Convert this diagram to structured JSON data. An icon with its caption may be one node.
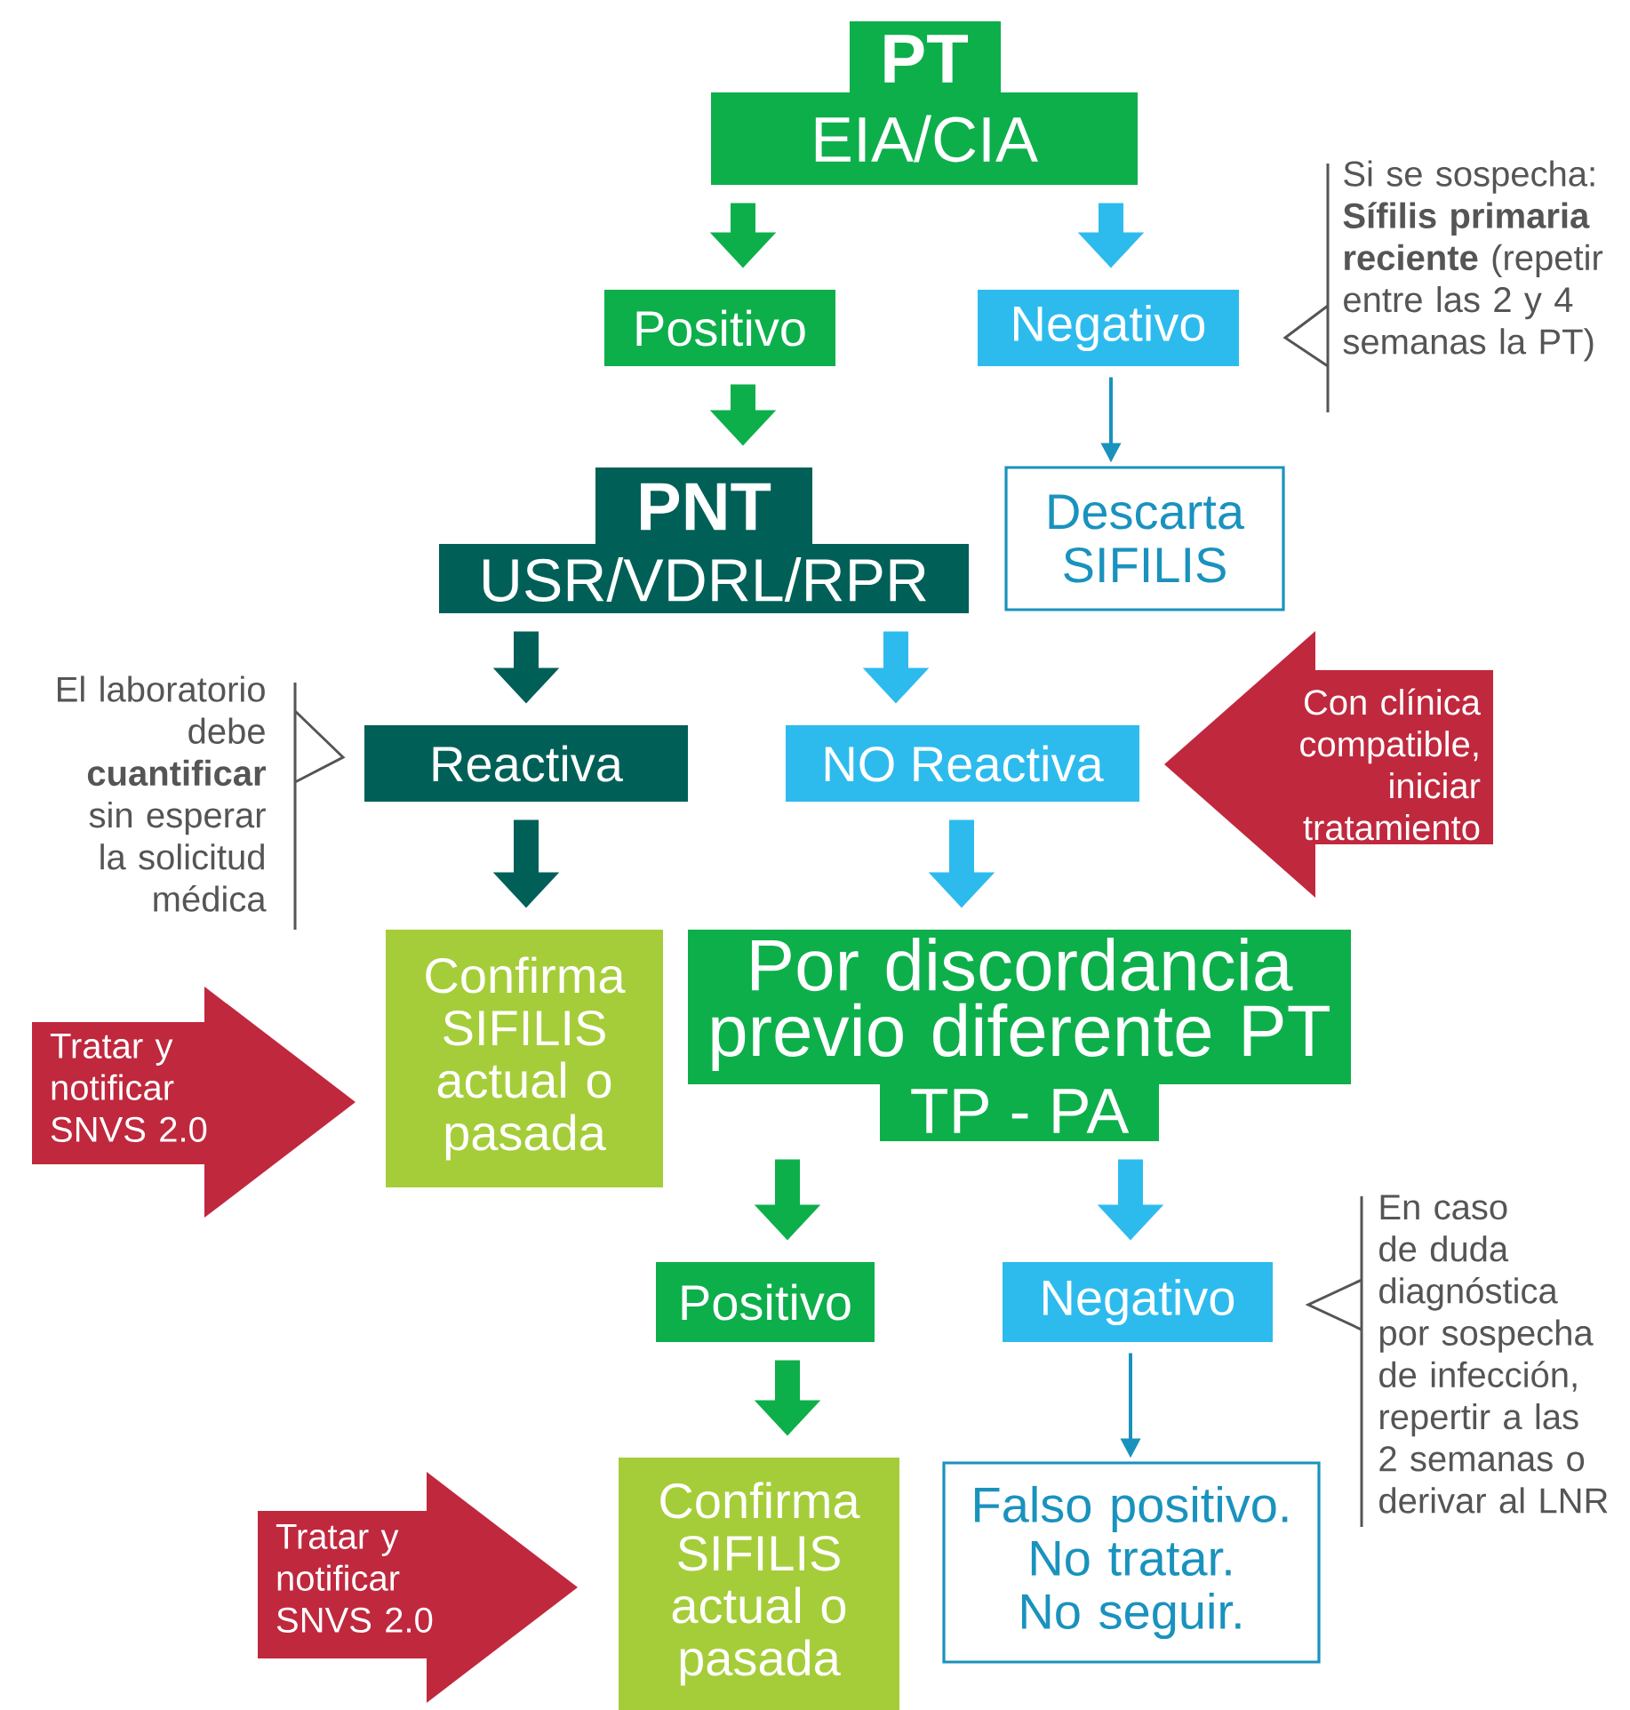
{
  "diagram": {
    "nodes": [
      {
        "text": [
          "PT",
          "EIA/CIA"
        ]
      },
      {
        "text": [
          "Positivo"
        ]
      },
      {
        "text": [
          "Negativo"
        ]
      },
      {
        "text": [
          "PNT",
          "USR/VDRL/RPR"
        ]
      },
      {
        "text": [
          "Descarta SIFILIS"
        ]
      },
      {
        "text": [
          "Reactiva"
        ]
      },
      {
        "text": [
          "NO Reactiva"
        ]
      },
      {
        "text": [
          "Con clínica compatible, iniciar tratamiento"
        ]
      },
      {
        "text": [
          "Tratar y notificar SNVS 2.0"
        ]
      },
      {
        "text": [
          "Confirma SIFILIS actual o pasada"
        ]
      },
      {
        "text": [
          "Por discordancia previo diferente PT",
          "TP - PA"
        ]
      },
      {
        "text": [
          "Positivo"
        ]
      },
      {
        "text": [
          "Negativo"
        ]
      },
      {
        "text": [
          "Tratar y notificar SNVS 2.0"
        ]
      },
      {
        "text": [
          "Confirma SIFILIS actual o pasada"
        ]
      },
      {
        "text": [
          "Falso positivo.",
          "No tratar.",
          "No seguir."
        ]
      }
    ],
    "edges": [
      {
        "from": 0,
        "to": 1,
        "arrow": "to"
      },
      {
        "from": 0,
        "to": 2,
        "arrow": "to",
        "color": "#2dbbee"
      },
      {
        "from": 1,
        "to": 3,
        "arrow": "to"
      },
      {
        "from": 2,
        "to": 4,
        "arrow": "to",
        "color": "#1a92be"
      },
      {
        "from": 3,
        "to": 5,
        "arrow": "to",
        "color": "#006058"
      },
      {
        "from": 3,
        "to": 6,
        "arrow": "to",
        "color": "#2dbbee"
      },
      {
        "from": 5,
        "to": 9,
        "arrow": "to",
        "color": "#006058"
      },
      {
        "from": 6,
        "to": 10,
        "arrow": "to",
        "color": "#2dbbee"
      },
      {
        "from": 10,
        "to": 11,
        "arrow": "to"
      },
      {
        "from": 10,
        "to": 12,
        "arrow": "to",
        "color": "#2dbbee"
      },
      {
        "from": 11,
        "to": 14,
        "arrow": "to"
      },
      {
        "from": 12,
        "to": 15,
        "arrow": "to",
        "color": "#1a92be"
      }
    ],
    "labels": [
      "Si se sospecha: **Sífilis primaria reciente** (repetir entre las 2 y 4 semanas la PT)",
      "El laboratorio debe **cuantificar** sin esperar la solicitud médica",
      "En caso de duda diagnóstica por sospecha de infección, repertir a las 2 semanas o derivar al LNR"
    ]
  }
}
